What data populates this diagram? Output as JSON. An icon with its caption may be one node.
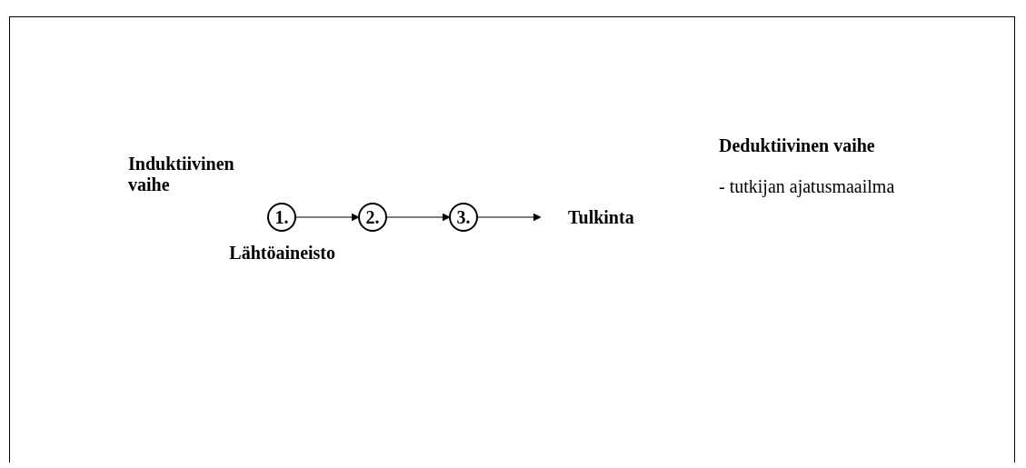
{
  "diagram": {
    "nodes": [
      {
        "text": [
          "1."
        ],
        "beside": [
          "Lähtöaineisto"
        ]
      },
      {
        "text": [
          "2."
        ]
      },
      {
        "text": [
          "3."
        ]
      },
      {
        "text": [
          "Tulkinta"
        ]
      }
    ],
    "edges": [
      {
        "from": 0,
        "to": 1,
        "arrow": "to"
      },
      {
        "from": 1,
        "to": 2,
        "arrow": "to"
      },
      {
        "from": 2,
        "to": 3,
        "arrow": "to"
      }
    ],
    "labels": [
      "Induktiivinen vaihe",
      "Deduktiivinen vaihe",
      "- tutkijan ajatusmaailma"
    ]
  }
}
